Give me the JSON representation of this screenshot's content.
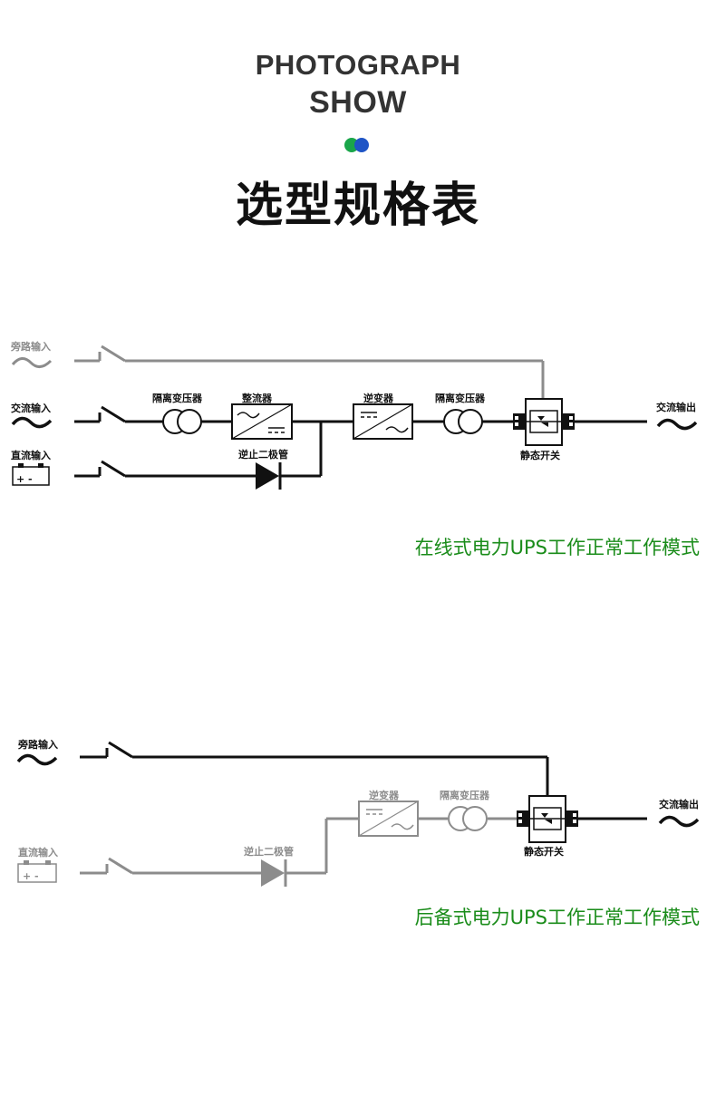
{
  "header": {
    "line1": "PHOTOGRAPH",
    "line2": "SHOW",
    "title": "选型规格表",
    "dot_colors": [
      "#1aa64a",
      "#1f55c6"
    ]
  },
  "colors": {
    "active": "#111111",
    "inactive": "#8c8c8c",
    "caption": "#1a8c1a"
  },
  "diagram_online": {
    "bypass_input": "旁路输入",
    "ac_input": "交流输入",
    "dc_input": "直流输入",
    "transformer_1": "隔离变压器",
    "rectifier": "整流器",
    "inverter": "逆变器",
    "transformer_2": "隔离变压器",
    "diode": "逆止二极管",
    "static_switch": "静态开关",
    "ac_output": "交流输出",
    "battery_symbol": "+ -",
    "caption": "在线式电力UPS工作正常工作模式"
  },
  "diagram_backup": {
    "bypass_input": "旁路输入",
    "dc_input": "直流输入",
    "inverter": "逆变器",
    "transformer": "隔离变压器",
    "diode": "逆止二极管",
    "static_switch": "静态开关",
    "ac_output": "交流输出",
    "battery_symbol": "+ -",
    "caption": "后备式电力UPS工作正常工作模式"
  }
}
